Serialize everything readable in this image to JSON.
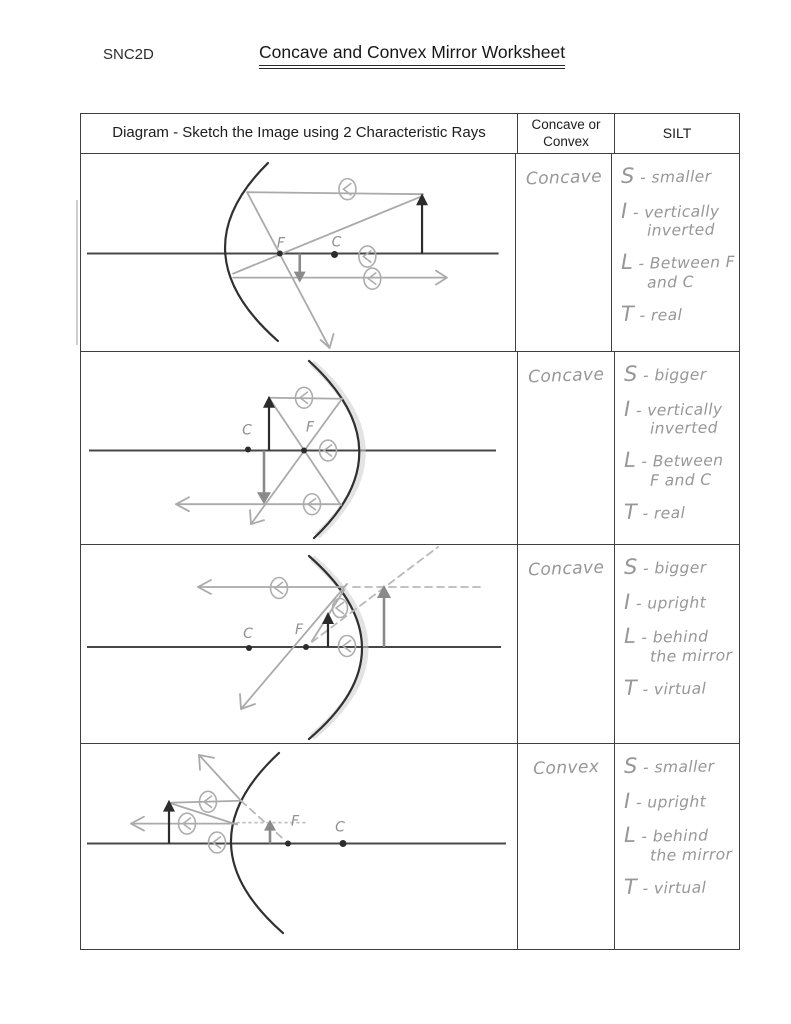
{
  "header": {
    "course_code": "SNC2D",
    "title": "Concave and Convex Mirror  Worksheet"
  },
  "table": {
    "headers": {
      "diagram": "Diagram - Sketch the Image using 2 Characteristic Rays",
      "mirror_type": "Concave or Convex",
      "silt": "SILT"
    },
    "rows": [
      {
        "mirror_type": "Concave",
        "silt": [
          "S - smaller",
          "I - vertically",
          "inverted",
          "L - Between F",
          "and C",
          "T - real"
        ],
        "labels": {
          "f": "F",
          "c": "C"
        }
      },
      {
        "mirror_type": "Concave",
        "silt": [
          "S - bigger",
          "I - vertically",
          "inverted",
          "L - Between",
          "F and C",
          "T - real"
        ],
        "labels": {
          "f": "F",
          "c": "C"
        }
      },
      {
        "mirror_type": "Concave",
        "silt": [
          "S - bigger",
          "I - upright",
          "L - behind",
          "the mirror",
          "T - virtual"
        ],
        "labels": {
          "f": "F",
          "c": "C"
        }
      },
      {
        "mirror_type": "Convex",
        "silt": [
          "S - smaller",
          "I - upright",
          "L - behind",
          "the mirror",
          "T - virtual"
        ],
        "labels": {
          "f": "F",
          "c": "C"
        }
      }
    ]
  },
  "colors": {
    "paper": "#ffffff",
    "ink": "#2c2c2c",
    "table_border": "#3f3f3f",
    "pencil": "#aaaaaa",
    "pencil_dark": "#8f8f8f",
    "handwriting": "#979797"
  }
}
